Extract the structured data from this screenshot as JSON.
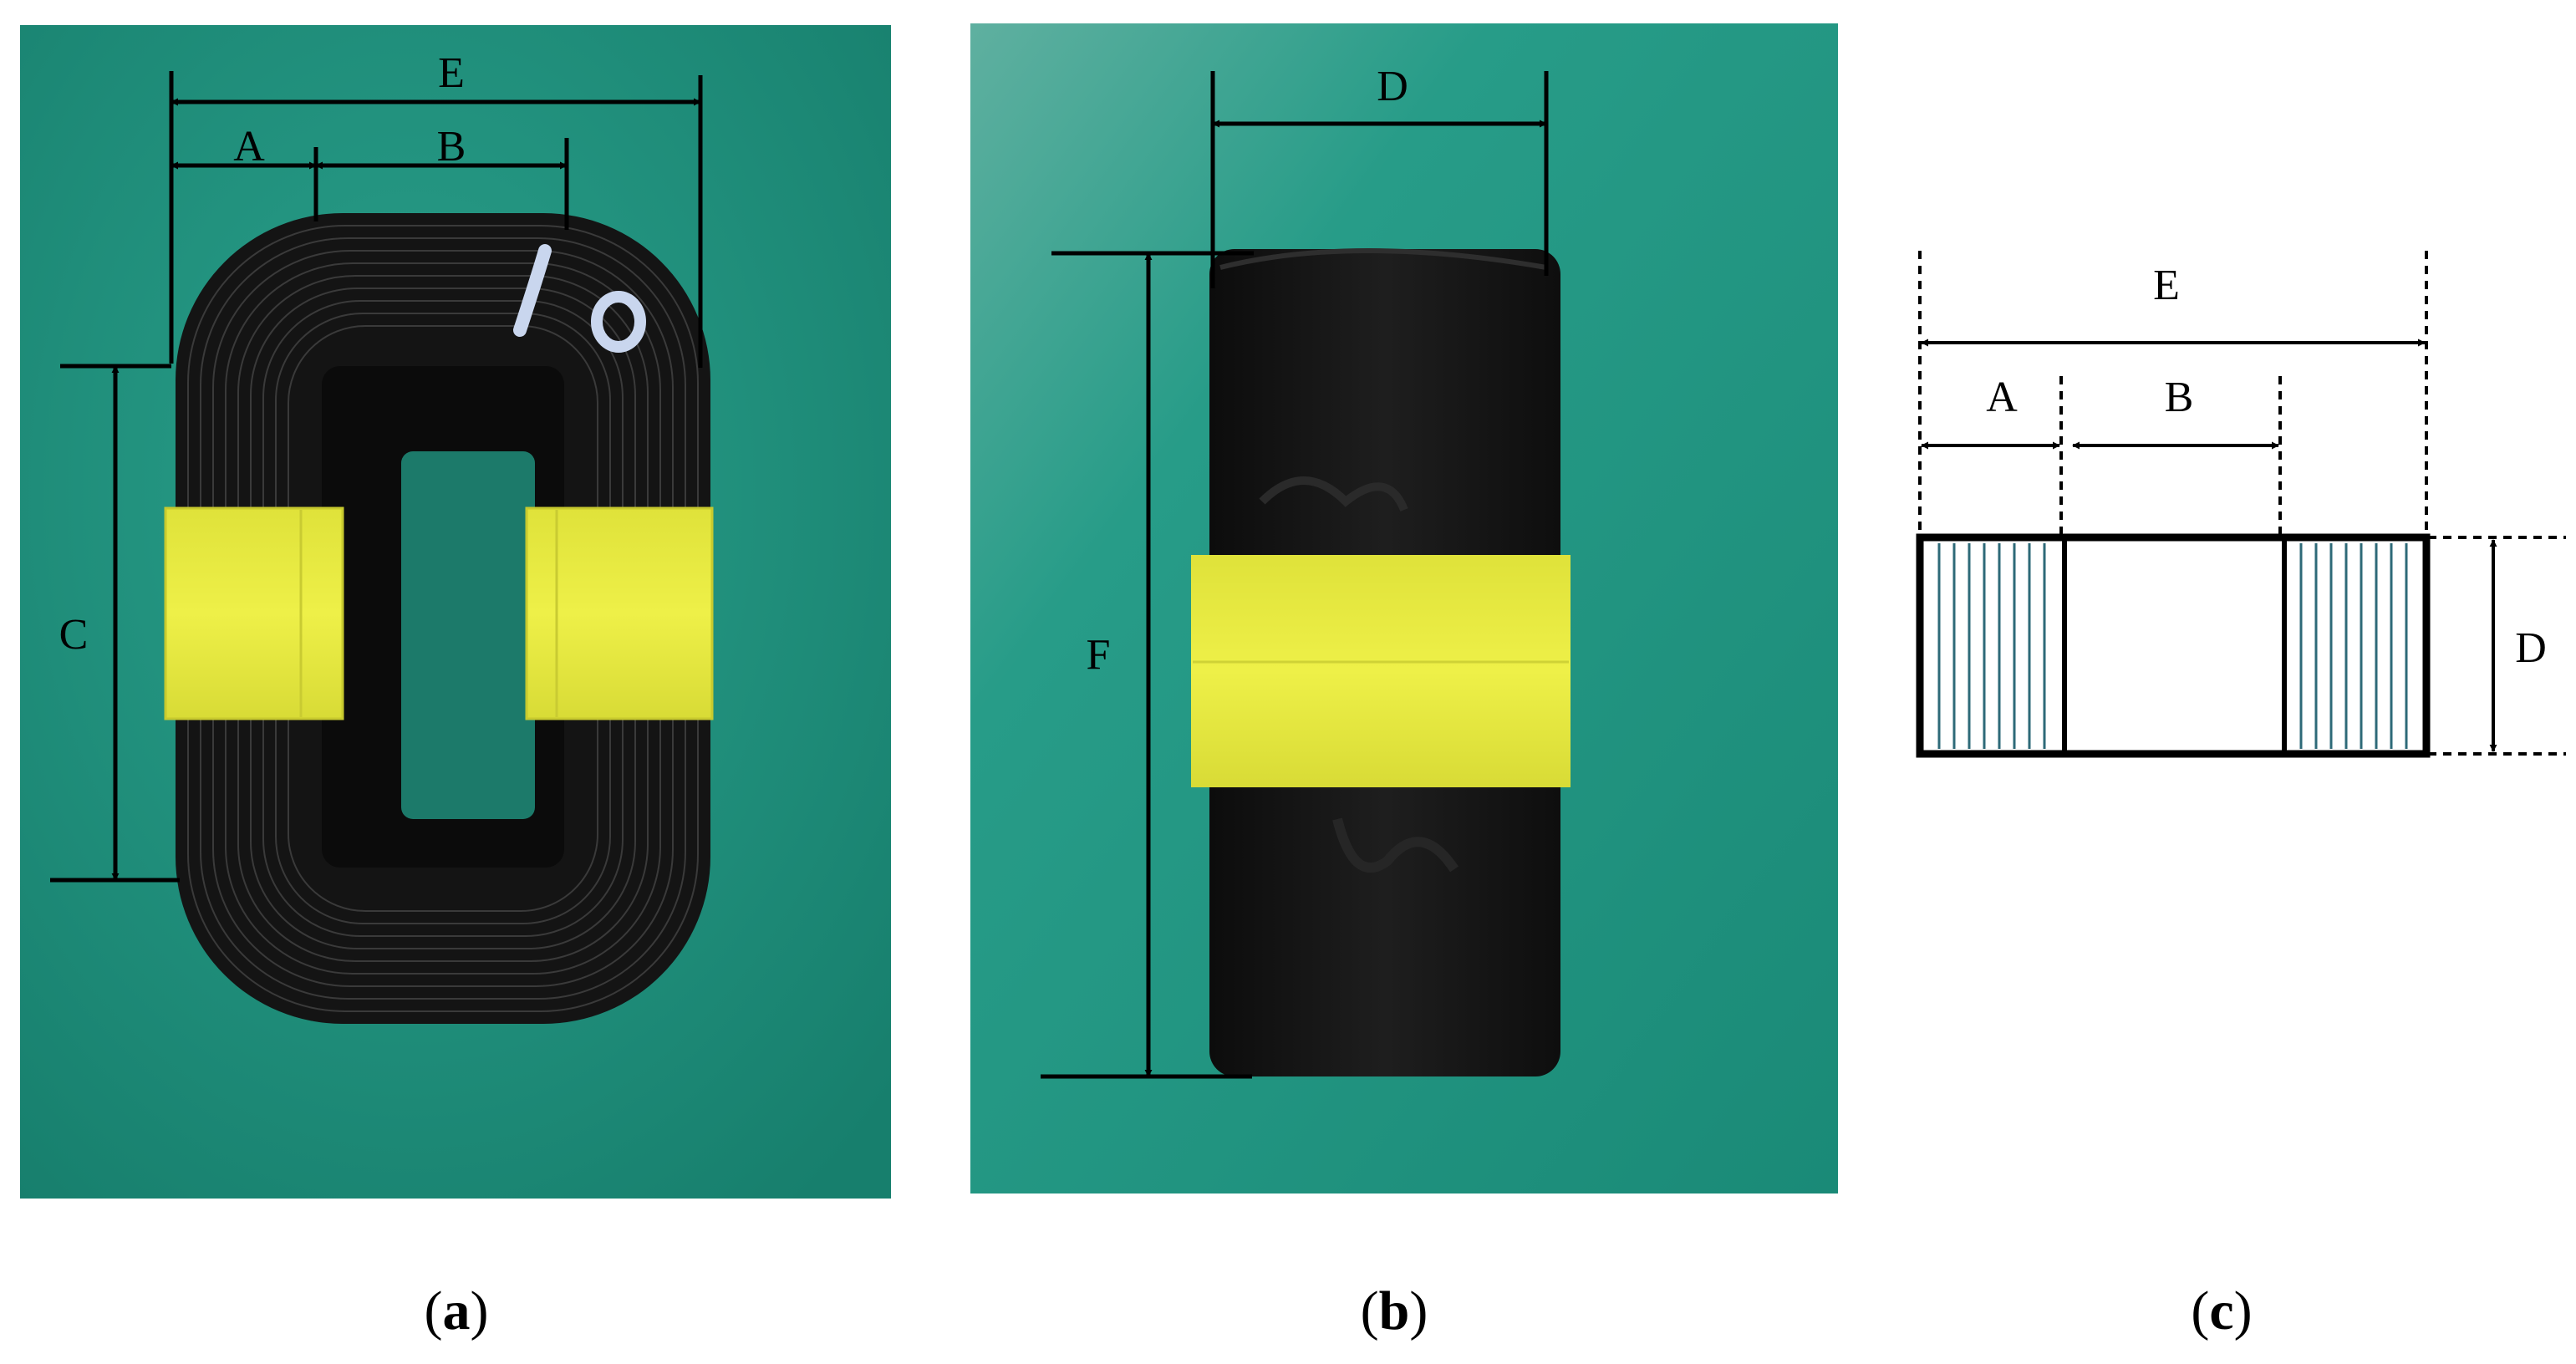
{
  "panels": {
    "a": {
      "caption": "a",
      "dimension_labels": {
        "A": "A",
        "B": "B",
        "C": "C",
        "E": "E"
      }
    },
    "b": {
      "caption": "b",
      "dimension_labels": {
        "D": "D",
        "F": "F"
      }
    },
    "c": {
      "caption": "c",
      "dimension_labels": {
        "A": "A",
        "B": "B",
        "D": "D",
        "E": "E"
      }
    }
  },
  "colors": {
    "background_green": "#1f9682",
    "core_black": "#141414",
    "tape_yellow": "#e6e83e",
    "winding_hatch": "#2e6a78"
  }
}
